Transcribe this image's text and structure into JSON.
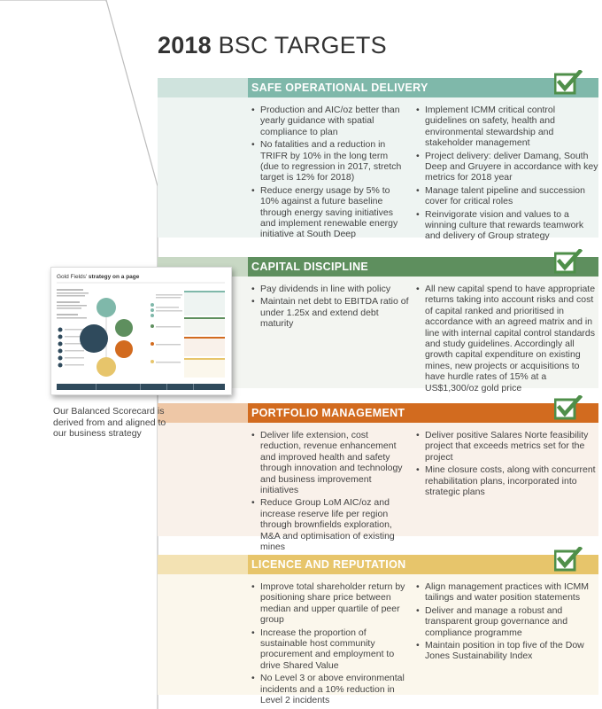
{
  "page": {
    "title_bold": "2018",
    "title_rest": " BSC TARGETS",
    "caption": "Our Balanced Scorecard is derived from and aligned to our business strategy"
  },
  "thumbnail": {
    "heading_a": "Gold Fields'",
    "heading_b": " strategy on a page"
  },
  "colors": {
    "safe": "#7fb8aa",
    "safe_bg": "#eef4f2",
    "capital": "#5e8f5e",
    "capital_bg": "#f3f5f1",
    "portfolio": "#d26b1f",
    "portfolio_bg": "#f9f1ea",
    "licence": "#e7c56b",
    "licence_bg": "#fbf7ec",
    "check": "#4f8f4a"
  },
  "sections": [
    {
      "name": "SAFE OPERATIONAL DELIVERY",
      "left": [
        "Production and AIC/oz better than yearly guidance with spatial compliance to plan",
        "No fatalities and a reduction in TRIFR by 10% in the long term (due to regression in 2017, stretch target is 12% for 2018)",
        "Reduce energy usage by 5% to 10% against a future baseline through energy saving initiatives and implement renewable energy initiative at South Deep"
      ],
      "right": [
        "Implement ICMM critical control guidelines on safety, health and environmental stewardship and stakeholder management",
        "Project delivery: deliver Damang, South Deep and Gruyere in accordance with key metrics for 2018 year",
        "Manage talent pipeline and succession cover for critical roles",
        "Reinvigorate vision and values to a winning culture that rewards teamwork and delivery of Group strategy"
      ]
    },
    {
      "name": "CAPITAL DISCIPLINE",
      "left": [
        "Pay dividends in line with policy",
        "Maintain net debt to EBITDA ratio of under 1.25x and extend debt maturity"
      ],
      "right": [
        "All new capital spend to have appropriate returns taking into account risks and cost of capital ranked and prioritised in accordance with an agreed matrix and in line with internal capital control standards and study guidelines. Accordingly all growth capital expenditure on existing mines, new projects or acquisitions to have hurdle rates of 15% at a US$1,300/oz gold price"
      ]
    },
    {
      "name": "PORTFOLIO MANAGEMENT",
      "left": [
        "Deliver life extension, cost reduction, revenue enhancement and improved health and safety through innovation and technology and business improvement initiatives",
        "Reduce Group LoM AIC/oz and increase reserve life per region through brownfields exploration, M&A and optimisation of existing mines"
      ],
      "right": [
        "Deliver positive Salares Norte feasibility project that exceeds metrics set for the project",
        "Mine closure costs, along with concurrent rehabilitation plans, incorporated into strategic plans"
      ]
    },
    {
      "name": "LICENCE AND REPUTATION",
      "left": [
        "Improve total shareholder return by positioning share price between median and upper quartile of peer group",
        "Increase the proportion of sustainable host community procurement and employment to drive Shared Value",
        "No Level 3 or above environmental incidents and a 10% reduction in Level 2 incidents"
      ],
      "right": [
        "Align management practices with ICMM tailings and water position statements",
        "Deliver and manage a robust and transparent group governance and compliance programme",
        "Maintain position in top five of the Dow Jones Sustainability Index"
      ]
    }
  ]
}
